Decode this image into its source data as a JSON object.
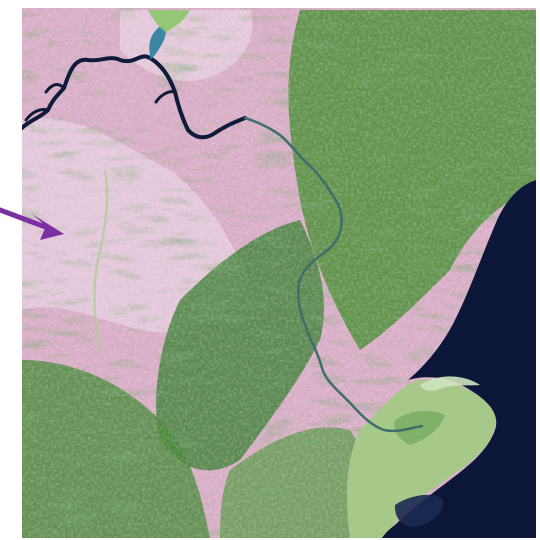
{
  "map": {
    "type": "false-color satellite image",
    "has_text": false
  },
  "colors": {
    "background": "#ffffff",
    "terrain_pink": "#d8aec6",
    "terrain_pale": "#e7cfe0",
    "vegetation_green": "#4f8f3a",
    "vegetation_dark": "#2f6b2b",
    "delta_light_green": "#a6c98a",
    "sea": "#0b1638",
    "reservoir": "#101a3a",
    "river": "#3f6f6a",
    "arrow": "#7b2fa0"
  },
  "features": [
    {
      "name": "reservoir",
      "present": true
    },
    {
      "name": "river",
      "present": true
    },
    {
      "name": "river-delta",
      "present": true
    },
    {
      "name": "sea",
      "present": true
    },
    {
      "name": "lagoon",
      "present": true
    },
    {
      "name": "pointer-arrow",
      "present": true
    }
  ],
  "icons": {
    "arrow": "arrow-right-icon"
  }
}
